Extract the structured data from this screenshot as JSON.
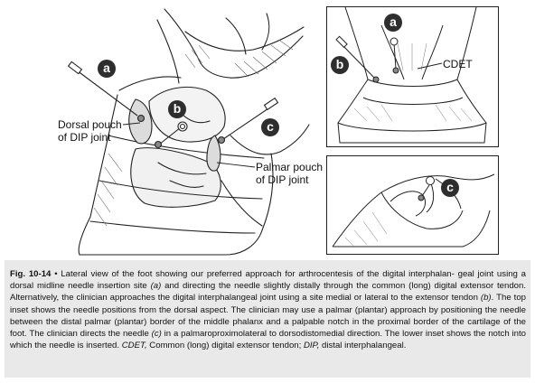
{
  "figure": {
    "badges": {
      "a": "a",
      "b": "b",
      "c": "c"
    },
    "labels": {
      "dorsal_pouch_line1": "Dorsal pouch",
      "dorsal_pouch_line2": "of DIP joint",
      "palmar_pouch_line1": "Palmar pouch",
      "palmar_pouch_line2": "of DIP joint",
      "cdet": "CDET"
    }
  },
  "caption": {
    "figure_number": "Fig. 10-14",
    "bullet": "•",
    "text_1": "Lateral view of the foot showing our preferred approach for arthrocentesis of the digital interphalan- geal joint using a dorsal midline needle insertion site ",
    "italic_a": "(a)",
    "text_2": " and directing the needle slightly distally through the common (long) digital extensor tendon. Alternatively, the clinician approaches the digital interphalangeal joint using a site medial or lateral to the extensor tendon ",
    "italic_b": "(b)",
    "text_3": ". The top inset shows the needle positions from the dorsal aspect. The clinician may use a palmar (plantar) approach by positioning the needle between the distal palmar (plantar) border of the middle phalanx and a palpable notch in the proximal border of the cartilage of the foot. The clinician directs the needle ",
    "italic_c": "(c)",
    "text_4": " in a palmaroproximolateral to dorsodistomedial direction. The lower inset shows the notch into which the needle is inserted. ",
    "italic_cdet": "CDET,",
    "text_5": " Common (long) digital extensor tendon; ",
    "italic_dip": "DIP,",
    "text_6": " distal interphalangeal."
  }
}
